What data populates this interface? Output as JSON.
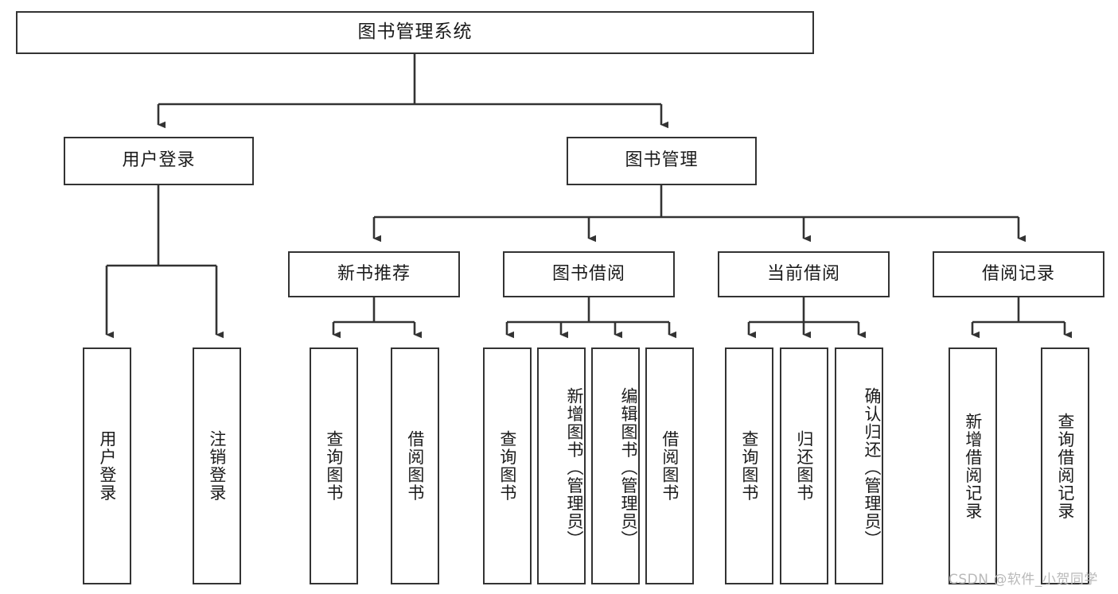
{
  "diagram": {
    "title": "图书管理系统",
    "type": "tree",
    "orientation": "top-down",
    "colors": {
      "stroke": "#333333",
      "fill": "#ffffff",
      "text": "#1b1b1b",
      "watermark": "#b9b9b9"
    },
    "watermark": "CSDN @软件_小贺同学",
    "nodes": {
      "root": {
        "label": "图书管理系统"
      },
      "level1": [
        {
          "label": "用户登录"
        },
        {
          "label": "图书管理"
        }
      ],
      "level2": [
        {
          "label": "新书推荐"
        },
        {
          "label": "图书借阅"
        },
        {
          "label": "当前借阅"
        },
        {
          "label": "借阅记录"
        }
      ],
      "leaves_user_login": [
        {
          "label": "用户登录"
        },
        {
          "label": "注销登录"
        }
      ],
      "leaves_new_book": [
        {
          "label": "查询图书"
        },
        {
          "label": "借阅图书"
        }
      ],
      "leaves_borrow": [
        {
          "label": "查询图书"
        },
        {
          "label": "新增图书（管理员）"
        },
        {
          "label": "编辑图书（管理员）"
        },
        {
          "label": "借阅图书"
        }
      ],
      "leaves_current": [
        {
          "label": "查询图书"
        },
        {
          "label": "归还图书"
        },
        {
          "label": "确认归还（管理员）"
        }
      ],
      "leaves_record": [
        {
          "label": "新增借阅记录"
        },
        {
          "label": "查询借阅记录"
        }
      ]
    },
    "edges": [
      {
        "from": "图书管理系统",
        "to": "用户登录"
      },
      {
        "from": "图书管理系统",
        "to": "图书管理"
      },
      {
        "from": "图书管理",
        "to": "新书推荐"
      },
      {
        "from": "图书管理",
        "to": "图书借阅"
      },
      {
        "from": "图书管理",
        "to": "当前借阅"
      },
      {
        "from": "图书管理",
        "to": "借阅记录"
      },
      {
        "from": "用户登录",
        "to": "用户登录"
      },
      {
        "from": "用户登录",
        "to": "注销登录"
      },
      {
        "from": "新书推荐",
        "to": "查询图书"
      },
      {
        "from": "新书推荐",
        "to": "借阅图书"
      },
      {
        "from": "图书借阅",
        "to": "查询图书"
      },
      {
        "from": "图书借阅",
        "to": "新增图书（管理员）"
      },
      {
        "from": "图书借阅",
        "to": "编辑图书（管理员）"
      },
      {
        "from": "图书借阅",
        "to": "借阅图书"
      },
      {
        "from": "当前借阅",
        "to": "查询图书"
      },
      {
        "from": "当前借阅",
        "to": "归还图书"
      },
      {
        "from": "当前借阅",
        "to": "确认归还（管理员）"
      },
      {
        "from": "借阅记录",
        "to": "新增借阅记录"
      },
      {
        "from": "借阅记录",
        "to": "查询借阅记录"
      }
    ]
  }
}
